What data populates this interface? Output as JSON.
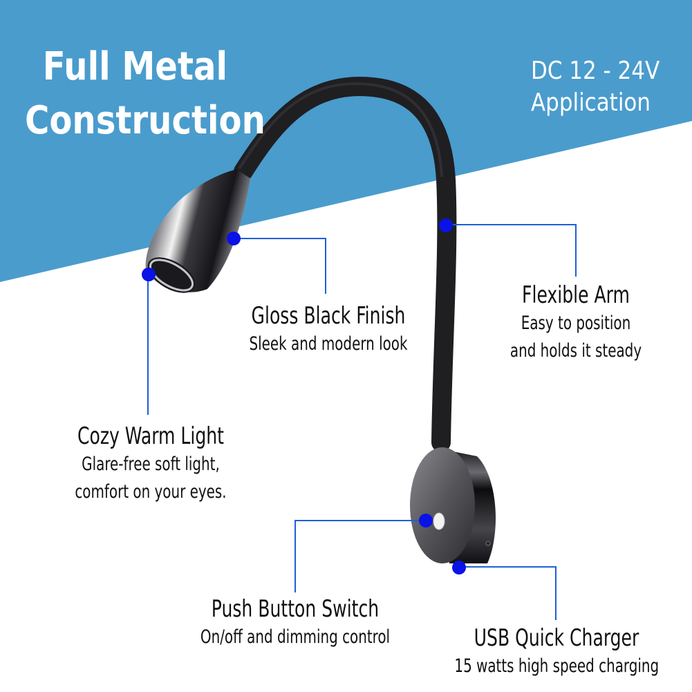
{
  "colors": {
    "banner_blue": "#4a9ccd",
    "callout_line": "#1f5fd6",
    "callout_dot": "#0a12e6",
    "text_dark": "#111111",
    "text_light": "#ffffff"
  },
  "header": {
    "title_line1": "Full Metal",
    "title_line2": "Construction",
    "voltage_line1": "DC 12 - 24V",
    "voltage_line2": "Application"
  },
  "callouts": [
    {
      "id": "gloss",
      "heading": "Gloss Black Finish",
      "lines": [
        "Sleek and modern look"
      ]
    },
    {
      "id": "flex",
      "heading": "Flexible Arm",
      "lines": [
        "Easy to position",
        "and holds it steady"
      ]
    },
    {
      "id": "light",
      "heading": "Cozy Warm Light",
      "lines": [
        "Glare-free soft light,",
        "comfort on your eyes."
      ]
    },
    {
      "id": "switch",
      "heading": "Push Button Switch",
      "lines": [
        "On/off and dimming control"
      ]
    },
    {
      "id": "usb",
      "heading": "USB Quick Charger",
      "lines": [
        "15 watts high speed charging"
      ]
    }
  ]
}
